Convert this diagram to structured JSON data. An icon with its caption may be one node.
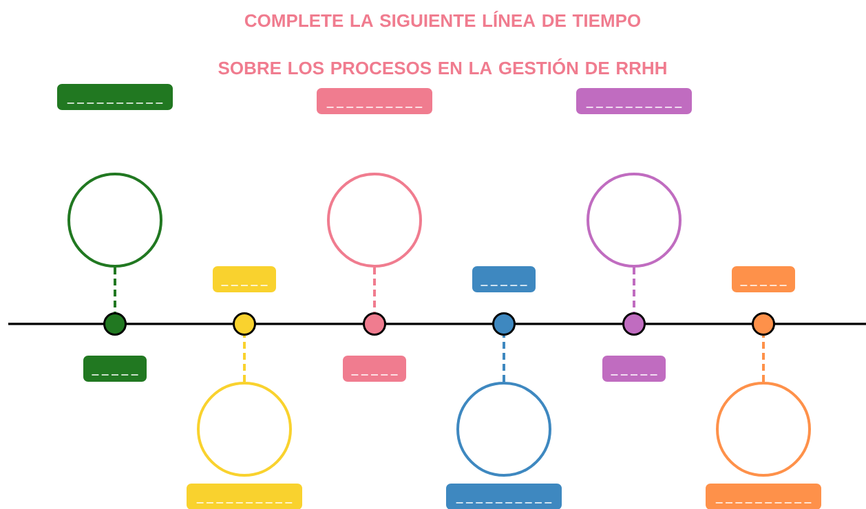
{
  "diagram": {
    "title": "COMPLETE LA SIGUIENTE LÍNEA DE TIEMPO SOBRE LOS PROCESOS EN LA GESTIÓN DE RRHH",
    "nodes": [
      {
        "text": [],
        "shape": "box"
      },
      {
        "text": [],
        "shape": "circle"
      },
      {
        "text": [],
        "shape": "circle"
      },
      {
        "text": [],
        "shape": "box"
      },
      {
        "text": [],
        "shape": "box"
      },
      {
        "text": [],
        "shape": "circle"
      },
      {
        "text": [],
        "shape": "circle"
      },
      {
        "text": [],
        "shape": "box"
      },
      {
        "text": [],
        "shape": "box"
      },
      {
        "text": [],
        "shape": "circle"
      },
      {
        "text": [],
        "shape": "circle"
      },
      {
        "text": [],
        "shape": "box"
      },
      {
        "text": [],
        "shape": "box"
      },
      {
        "text": [],
        "shape": "circle"
      },
      {
        "text": [],
        "shape": "circle"
      },
      {
        "text": [],
        "shape": "box"
      },
      {
        "text": [],
        "shape": "box"
      },
      {
        "text": [],
        "shape": "circle"
      },
      {
        "text": [],
        "shape": "circle"
      },
      {
        "text": [],
        "shape": "box"
      },
      {
        "text": [],
        "shape": "box"
      },
      {
        "text": [],
        "shape": "circle"
      },
      {
        "text": [],
        "shape": "circle"
      },
      {
        "text": [],
        "shape": "box"
      }
    ],
    "edges": [
      {
        "from": 1,
        "to": 2,
        "arrow": "none",
        "style": "dashed",
        "color": "#217821"
      },
      {
        "from": 6,
        "to": 5,
        "arrow": "none",
        "style": "dashed",
        "color": "#f9d22e"
      },
      {
        "from": 9,
        "to": 10,
        "arrow": "none",
        "style": "dashed",
        "color": "#f07c8f"
      },
      {
        "from": 14,
        "to": 13,
        "arrow": "none",
        "style": "dashed",
        "color": "#3e88c0"
      },
      {
        "from": 17,
        "to": 18,
        "arrow": "none",
        "style": "dashed",
        "color": "#c06cc0"
      },
      {
        "from": 22,
        "to": 21,
        "arrow": "none",
        "style": "dashed",
        "color": "#fe914a"
      }
    ]
  }
}
